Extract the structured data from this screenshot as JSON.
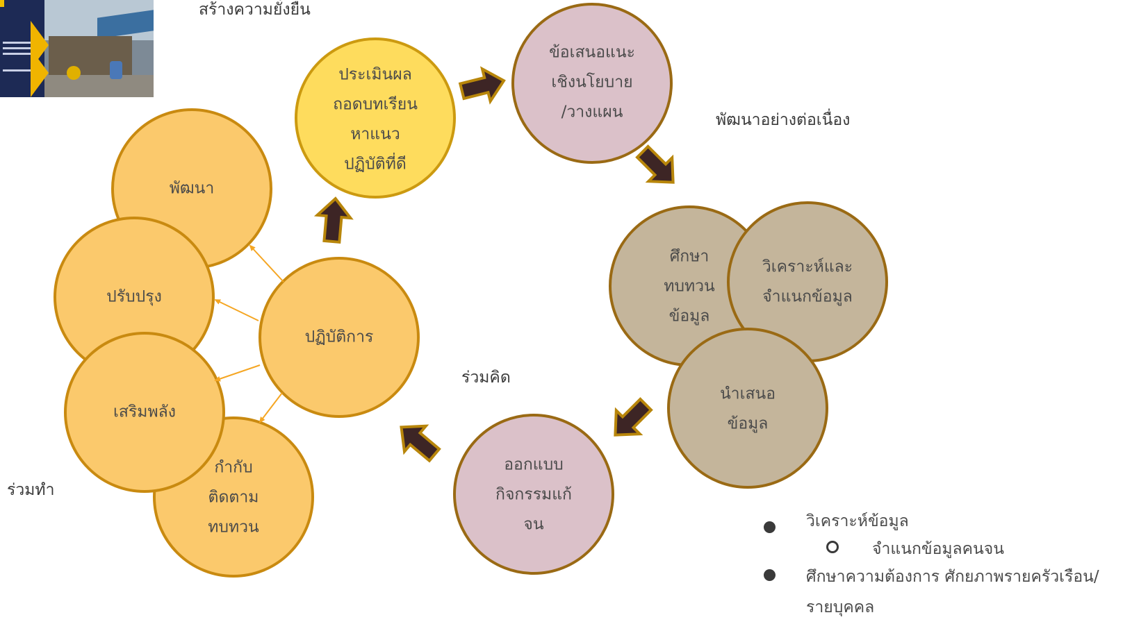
{
  "title_fragment": "สร้างความยั่งยืน",
  "labels": {
    "develop_continuous": "พัฒนาอย่างต่อเนื่อง",
    "think_together": "ร่วมคิด",
    "act_together": "ร่วมทำ"
  },
  "circles": {
    "evaluate": [
      "ประเมินผล",
      "ถอดบทเรียน",
      "หาแนว",
      "ปฏิบัติที่ดี"
    ],
    "policy": [
      "ข้อเสนอแนะ",
      "เชิงนโยบาย",
      "/วางแผน"
    ],
    "study": [
      "ศึกษา",
      "ทบทวน",
      "ข้อมูล"
    ],
    "analyze": [
      "วิเคราะห์และ",
      "จำแนกข้อมูล"
    ],
    "present": [
      "นำเสนอ",
      "ข้อมูล"
    ],
    "design": [
      "ออกแบบ",
      "กิจกรรมแก้",
      "จน"
    ],
    "operate": [
      "ปฏิบัติการ"
    ],
    "develop": [
      "พัฒนา"
    ],
    "improve": [
      "ปรับปรุง"
    ],
    "empower": [
      "เสริมพลัง"
    ],
    "monitor": [
      "กำกับ",
      "ติดตาม",
      "ทบทวน"
    ]
  },
  "bullets": [
    {
      "level": 1,
      "text": "วิเคราะห์ข้อมูล"
    },
    {
      "level": 2,
      "text": "จำแนกข้อมูลคนจน"
    },
    {
      "level": 1,
      "text": "ศึกษาความต้องการ ศักยภาพรายครัวเรือน/"
    },
    {
      "level": 0,
      "text": "รายบุคคล"
    }
  ],
  "colors": {
    "orange_fill": "#fbc96c",
    "orange_stroke": "#c98a10",
    "yellow_fill": "#fedc5d",
    "yellow_stroke": "#cc9a10",
    "pink_fill": "#dbc1c9",
    "brown_stroke": "#9a6a14",
    "tan_fill": "#c4b59b",
    "arrow_fill": "#3d2525",
    "arrow_stroke": "#b8860b",
    "thin_arrow": "#f5a623"
  },
  "thumbnail": {
    "icon": "photo-thumbnail-community-housing"
  }
}
